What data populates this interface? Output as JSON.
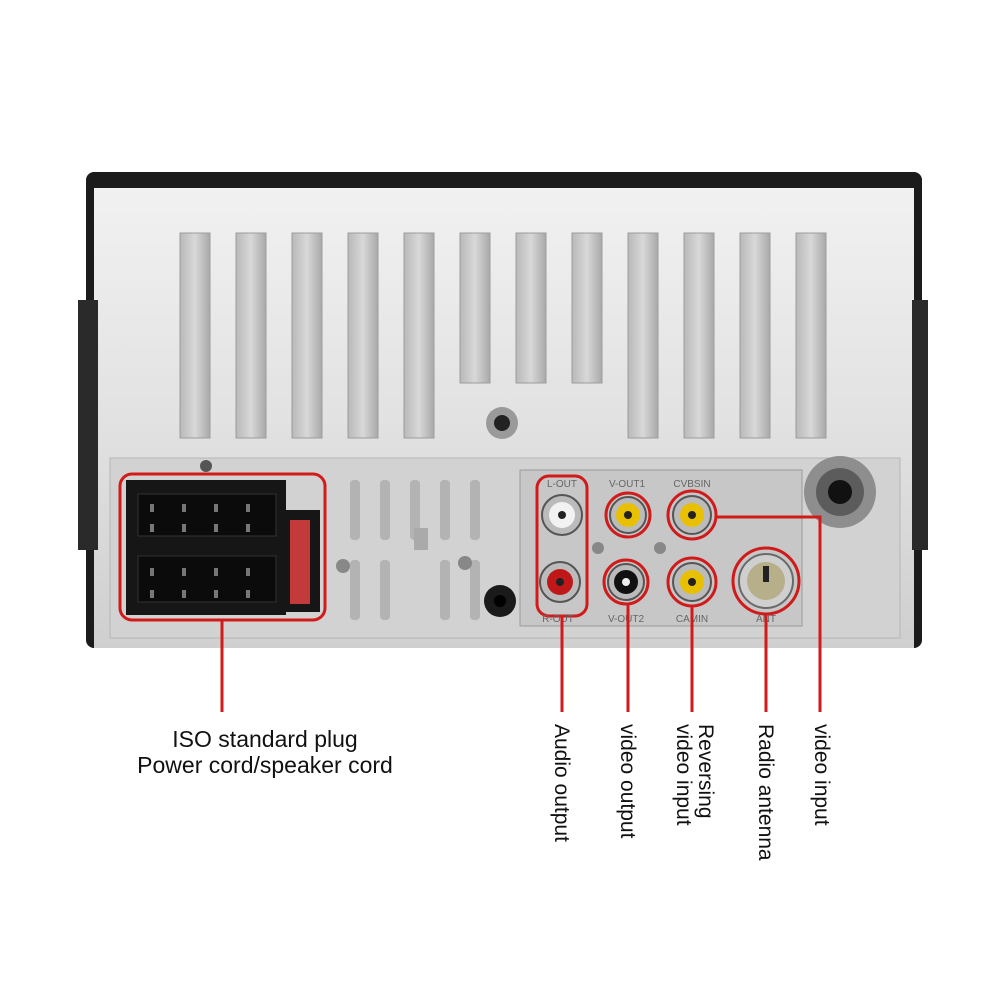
{
  "diagram": {
    "iso_plug": {
      "line1": "ISO standard plug",
      "line2": "Power cord/speaker cord"
    },
    "callouts": [
      {
        "id": "audio-output",
        "lines": [
          "Audio output"
        ]
      },
      {
        "id": "video-output",
        "lines": [
          "video output"
        ]
      },
      {
        "id": "reversing-video-input",
        "lines": [
          "Reversing",
          "video input"
        ]
      },
      {
        "id": "radio-antenna",
        "lines": [
          "Radio antenna"
        ]
      },
      {
        "id": "video-input",
        "lines": [
          "video input"
        ]
      }
    ],
    "jack_labels": {
      "top_left": "L-OUT",
      "top_mid": "V-OUT1",
      "top_right": "CVBSIN",
      "bottom_left": "R-OUT",
      "bottom_mid": "V-OUT2",
      "bottom_right": "CAMIN",
      "antenna": "ANT"
    },
    "colors": {
      "callout_red": "#d11a1a",
      "panel": "#dcdcdc",
      "jack_white": "#f2f2f2",
      "jack_yellow": "#e8c000",
      "jack_red": "#c01818",
      "jack_black": "#111111"
    }
  }
}
